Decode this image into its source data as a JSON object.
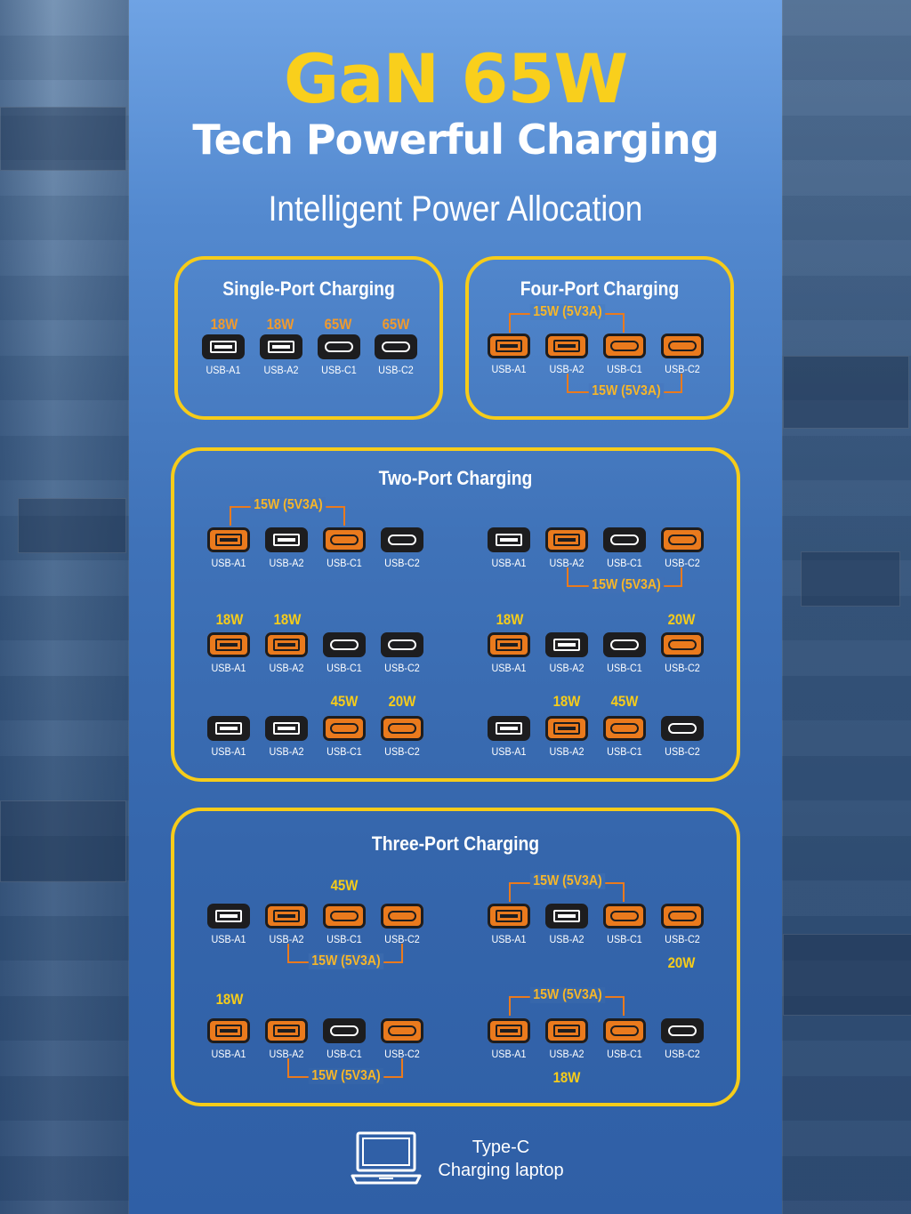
{
  "header": {
    "title": "GaN 65W",
    "subtitle": "Tech Powerful Charging",
    "section_heading": "Intelligent Power Allocation"
  },
  "port_labels": [
    "USB-A1",
    "USB-A2",
    "USB-C1",
    "USB-C2"
  ],
  "colors": {
    "accent_yellow": "#f6cc1a",
    "accent_orange": "#ea7a1d",
    "panel_blue": "#3f72b8"
  },
  "single_port": {
    "title": "Single-Port Charging",
    "watts": [
      "18W",
      "18W",
      "65W",
      "65W"
    ]
  },
  "four_port": {
    "title": "Four-Port Charging",
    "bracket_top": "15W (5V3A)",
    "bracket_bottom": "15W (5V3A)"
  },
  "two_port": {
    "title": "Two-Port Charging",
    "bracket_1": "15W (5V3A)",
    "bracket_2": "15W (5V3A)",
    "row2_left": [
      "18W",
      "18W"
    ],
    "row2_right": [
      "18W",
      "20W"
    ],
    "row3_left": [
      "45W",
      "20W"
    ],
    "row3_right": [
      "18W",
      "45W"
    ]
  },
  "three_port": {
    "title": "Three-Port Charging",
    "a_watt": "45W",
    "a_bracket": "15W (5V3A)",
    "b_bracket": "15W (5V3A)",
    "b_watt": "20W",
    "c_watt": "18W",
    "c_bracket": "15W (5V3A)",
    "d_bracket": "15W (5V3A)",
    "d_watt": "18W"
  },
  "footer": {
    "line1": "Type-C",
    "line2": "Charging laptop",
    "icon": "laptop-icon"
  }
}
